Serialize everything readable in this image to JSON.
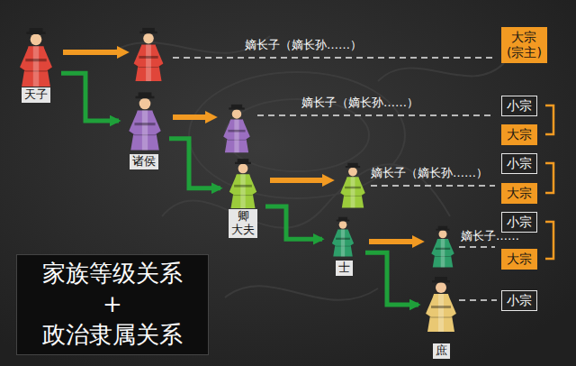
{
  "diagram": {
    "nodes": [
      {
        "text": [
          "天子"
        ]
      },
      {
        "text": [
          "大宗 (宗主)"
        ]
      },
      {
        "text": [
          "诸侯"
        ]
      },
      {
        "text": [
          "小宗"
        ]
      },
      {
        "text": [
          "大宗"
        ]
      },
      {
        "text": [
          "卿 大夫"
        ]
      },
      {
        "text": [
          "小宗"
        ]
      },
      {
        "text": [
          "大宗"
        ]
      },
      {
        "text": [
          "士"
        ]
      },
      {
        "text": [
          "小宗"
        ]
      },
      {
        "text": [
          "大宗"
        ]
      },
      {
        "text": [
          "庶"
        ]
      },
      {
        "text": [
          "小宗"
        ]
      },
      {
        "text": [
          "家族等级关系 + 政治隶属关系"
        ]
      }
    ],
    "edges": [
      {
        "from": 0,
        "to": 2,
        "arrow": "to"
      },
      {
        "from": 2,
        "to": 5,
        "arrow": "to"
      },
      {
        "from": 5,
        "to": 8,
        "arrow": "to"
      },
      {
        "from": 8,
        "to": 11,
        "arrow": "to"
      }
    ],
    "labels": [
      "嫡长子（嫡长孙……）",
      "嫡长子（嫡长孙……）",
      "嫡长子（嫡长孙……）",
      "嫡长子……"
    ]
  }
}
